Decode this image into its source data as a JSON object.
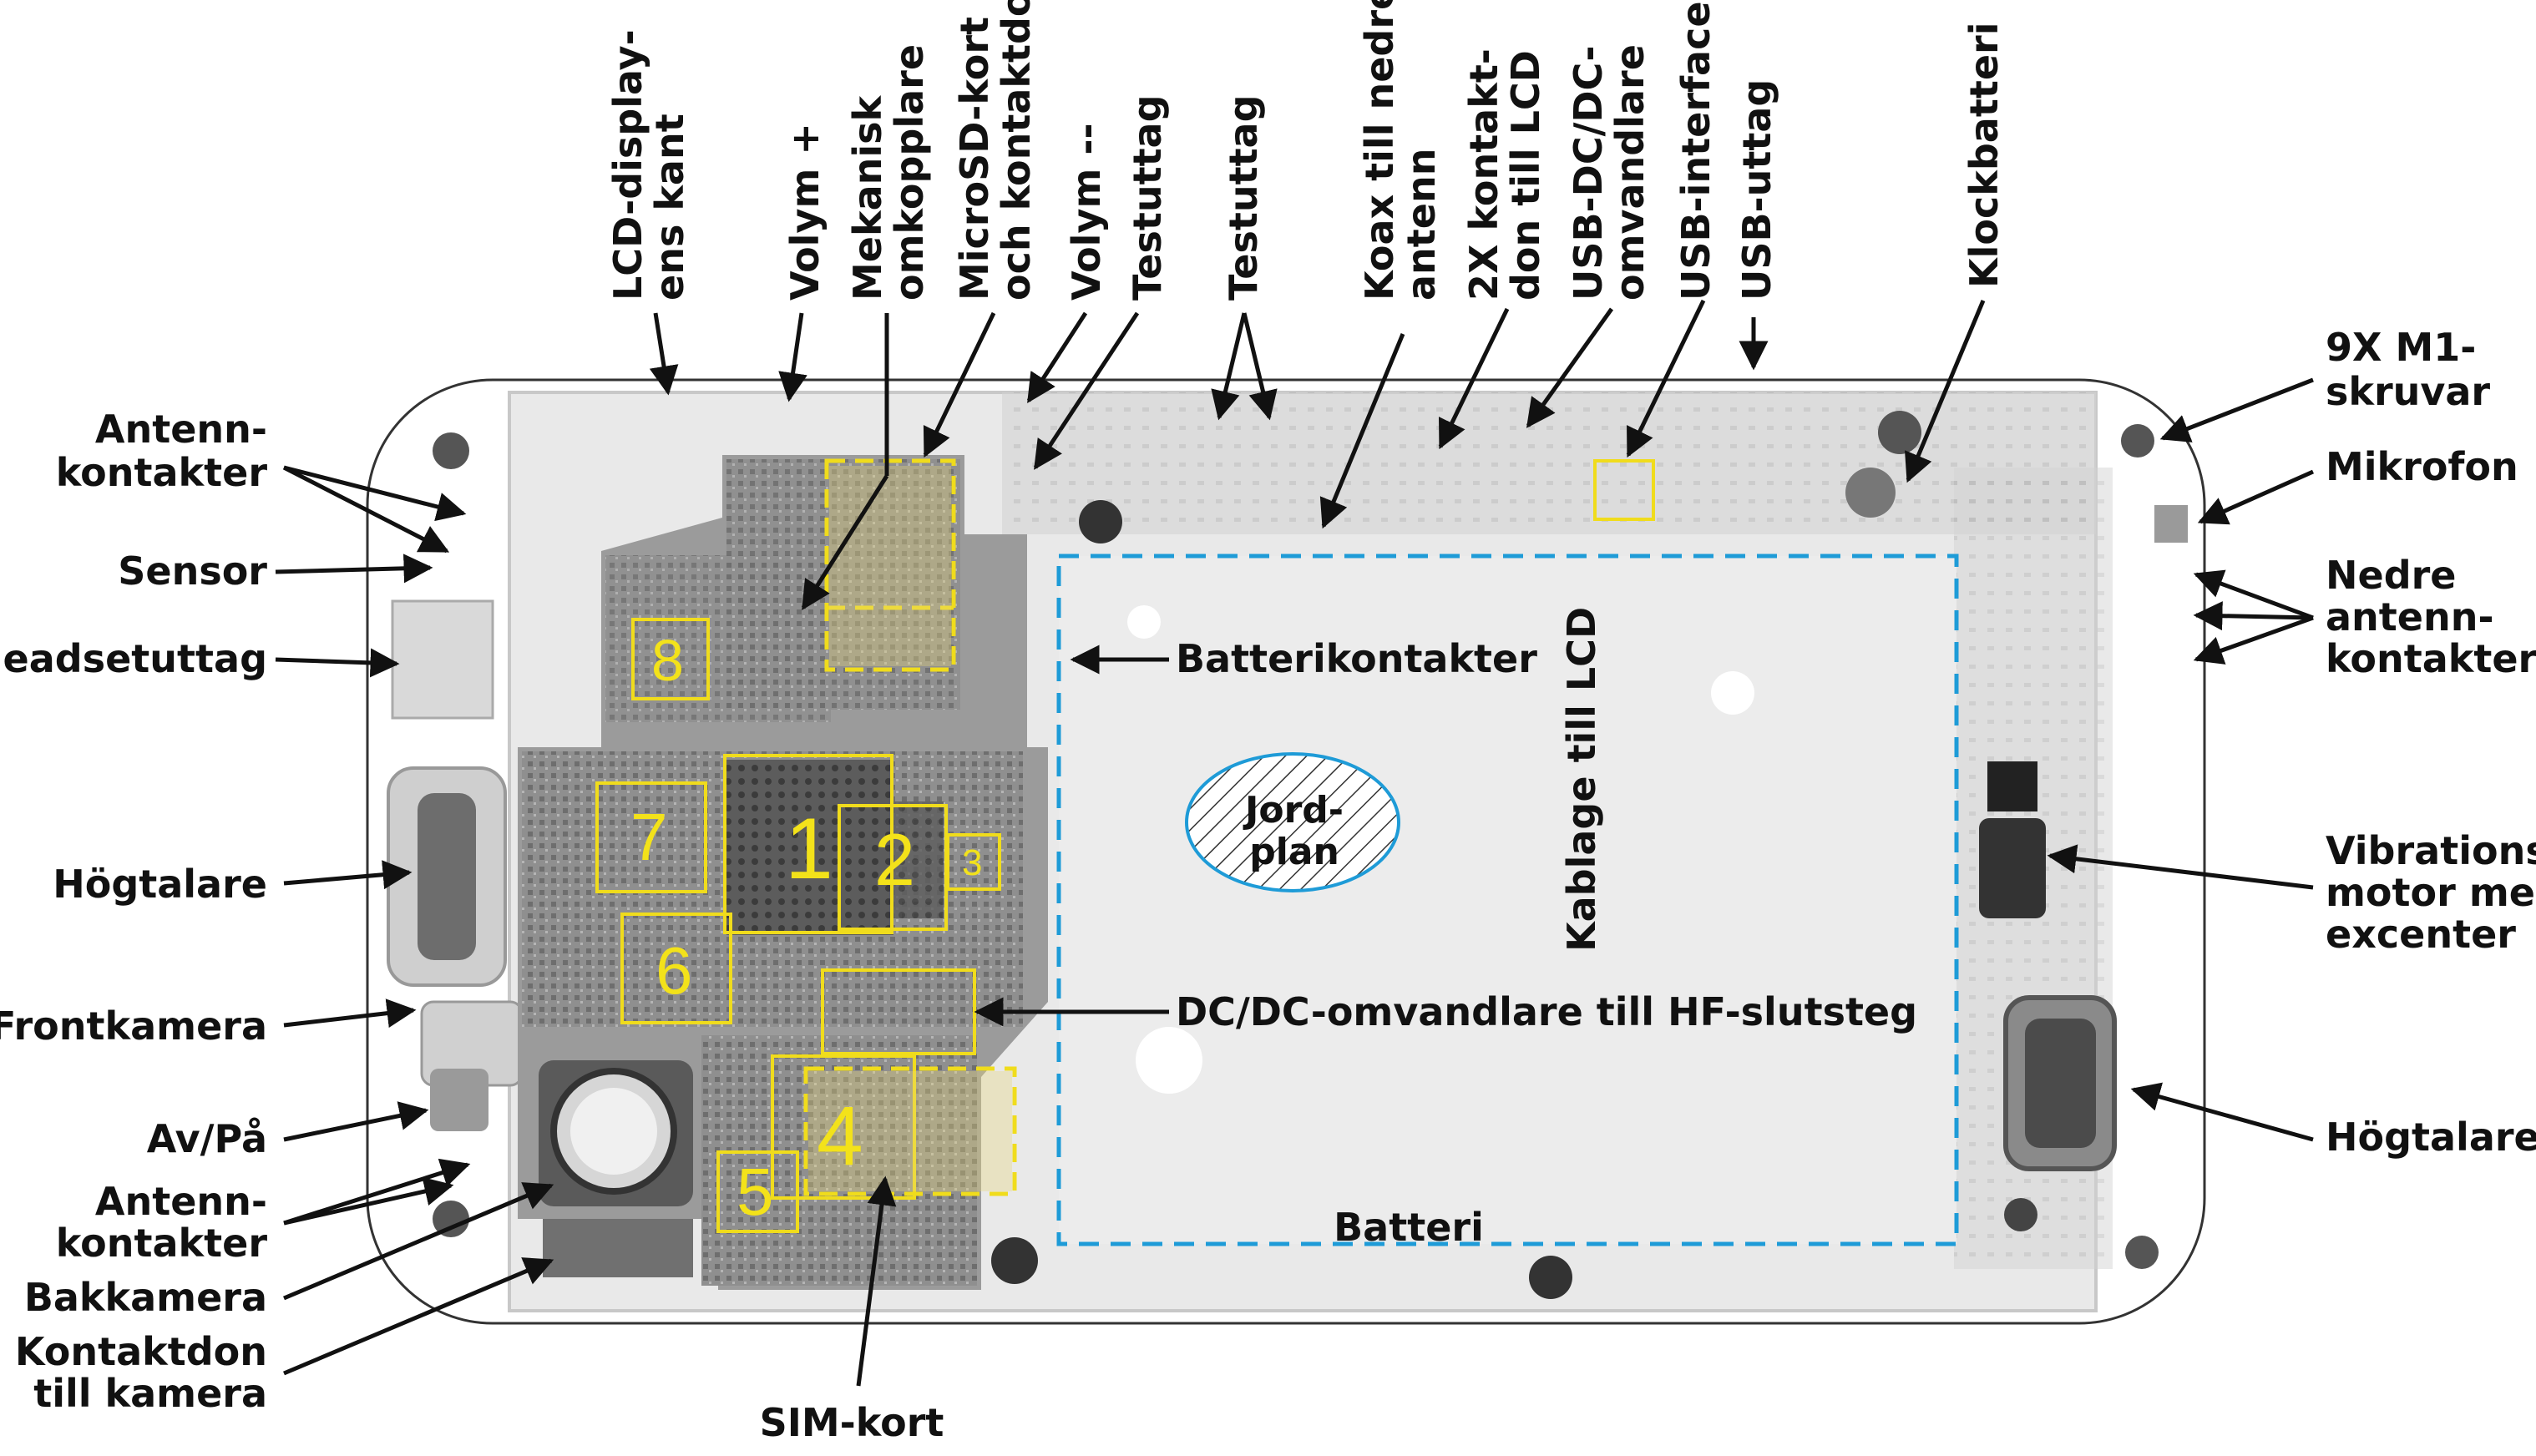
{
  "labels_left": {
    "antenn_top": [
      "Antenn-",
      "kontakter"
    ],
    "sensor": "Sensor",
    "headset": "Headsetuttag",
    "hogtalare_left": "Högtalare",
    "frontkamera": "Frontkamera",
    "avpa": "Av/På",
    "antenn_bottom": [
      "Antenn-",
      "kontakter"
    ],
    "bakkamera": "Bakkamera",
    "kontaktdon": [
      "Kontaktdon",
      "till kamera"
    ]
  },
  "labels_top": {
    "lcd_edge": [
      "LCD-display-",
      "ens kant"
    ],
    "volym_plus": "Volym +",
    "mekanisk": [
      "Mekanisk",
      "omkopplare"
    ],
    "microsd": [
      "MicroSD-kort",
      "och kontaktdon"
    ],
    "volym_minus": "Volym --",
    "testuttag1": "Testuttag",
    "testuttag2": "Testuttag",
    "koax": [
      "Koax till nedre",
      "antenn"
    ],
    "kontaktdon_lcd": [
      "2X kontakt-",
      "don till LCD"
    ],
    "usb_dcdc": [
      "USB-DC/DC-",
      "omvandlare"
    ],
    "usb_interface": "USB-interface",
    "usb_uttag": "USB-uttag",
    "klockbatteri": "Klockbatteri"
  },
  "labels_right": {
    "skruvar": [
      "9X M1-",
      "skruvar"
    ],
    "mikrofon": "Mikrofon",
    "nedre_antenn": [
      "Nedre",
      "antenn-",
      "kontakter"
    ],
    "vibration": [
      "Vibrations-",
      "motor med",
      "excenter"
    ],
    "hogtalare_right": "Högtalare"
  },
  "labels_center": {
    "batterikontakter": "Batterikontakter",
    "dcdc_hf": "DC/DC-omvandlare till HF-slutsteg",
    "kablage": "Kablage till LCD",
    "jordplan": [
      "Jord-",
      "plan"
    ],
    "batteri": "Batteri",
    "simkort": "SIM-kort"
  },
  "chip_numbers": [
    "1",
    "2",
    "3",
    "4",
    "5",
    "6",
    "7",
    "8"
  ],
  "colors": {
    "highlight_yellow": "#f0dc1c",
    "battery_outline_blue": "#1e9bd7",
    "label_black": "#111111"
  }
}
